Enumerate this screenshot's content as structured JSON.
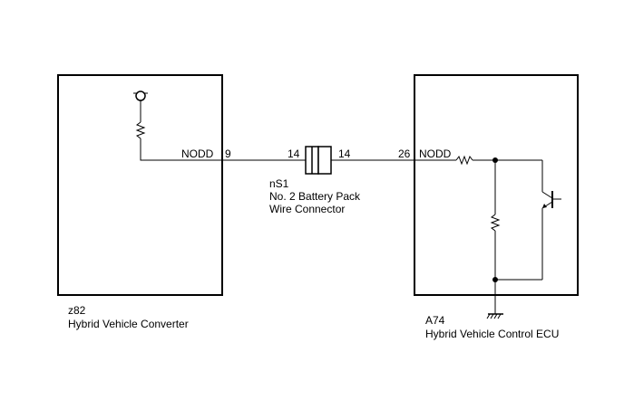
{
  "left_component": {
    "code": "z82",
    "name": "Hybrid Vehicle Converter",
    "signal_label": "NODD",
    "pin": "9"
  },
  "junction": {
    "left_pin": "14",
    "right_pin": "14",
    "code": "nS1",
    "name_line1": "No. 2 Battery Pack",
    "name_line2": "Wire Connector"
  },
  "right_component": {
    "code": "A74",
    "name": "Hybrid Vehicle Control ECU",
    "signal_label": "NODD",
    "pin": "26"
  }
}
